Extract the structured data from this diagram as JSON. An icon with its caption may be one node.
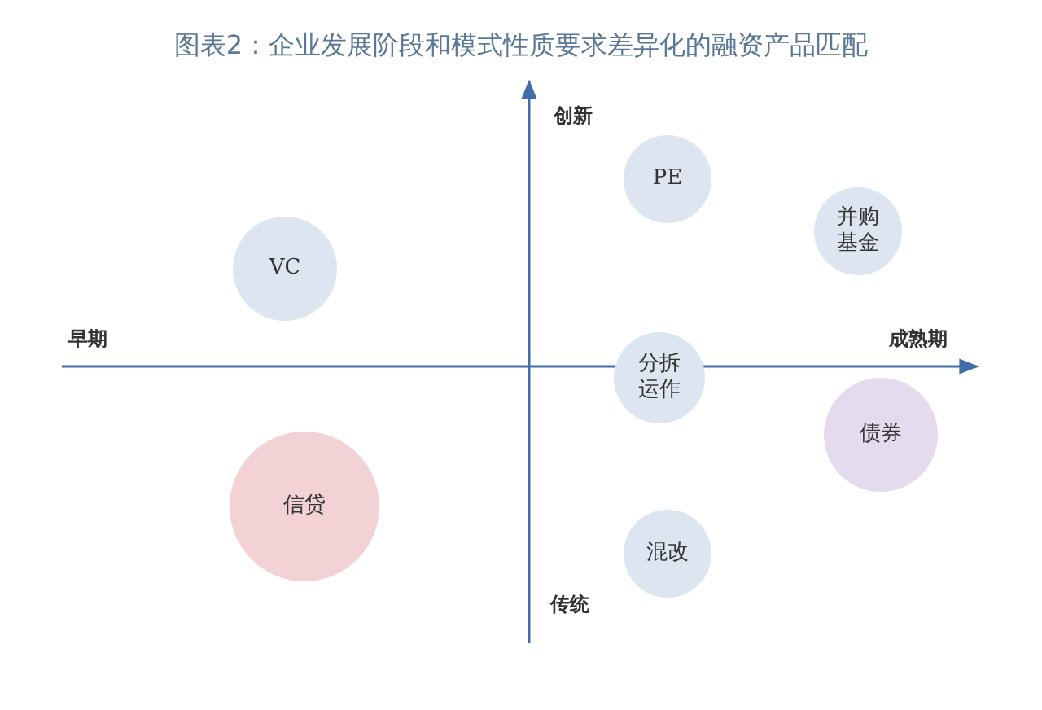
{
  "diagram": {
    "title": "图表2：企业发展阶段和模式性质要求差异化的融资产品匹配",
    "nodes": [
      {
        "text": [
          "PE"
        ]
      },
      {
        "text": [
          "VC"
        ]
      },
      {
        "text": [
          "并购基金"
        ]
      },
      {
        "text": [
          "分拆运作"
        ]
      },
      {
        "text": [
          "债券"
        ]
      },
      {
        "text": [
          "信贷"
        ]
      },
      {
        "text": [
          "混改"
        ]
      }
    ],
    "labels": [
      "创新",
      "早期",
      "成熟期",
      "传统"
    ]
  }
}
